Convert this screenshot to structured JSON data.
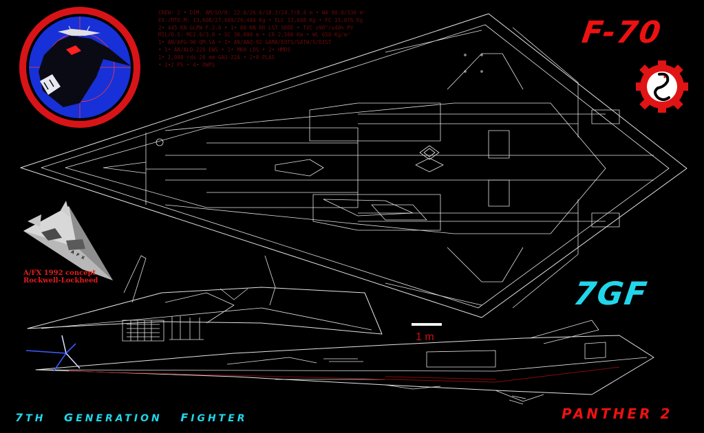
{
  "spec_lines": [
    "CREW: 2 • DIM. AM/SO/H: 22.0/26.6/18.3/24.7/8.4 m • WA 90.0/330 m²",
    "EV./MTO.M: 13,608/27,669/29,484 Kg • ELC 13,608 Kg • FC 15,876 Kg",
    "2• 445 KN GLPW F.2.0 • 1• 80 KN RR LST SRDE • TVC ±90°/±40% PY",
    "MIL/O.S: MC2.0/3.0 • SC 30,000 m • CR 2,500 Km • WL 650 Kg/m²",
    "1• AN/APG-90 QM.SA • 1• AN/AAQ-92 GAMA/EOTS/SATW/S/DIST",
    "• 1• AN/ALQ-229 EWS • 1• MKH LOS • 2• HMDS",
    "1• 2,000 rds 20 mm GAU-22A • 2•8 PLAS",
    "• 2•2 PS • 4• OWPS"
  ],
  "title_model": "F-70",
  "title_class": "7GF",
  "title_name": "PANTHER 2",
  "tagline": {
    "w1_cap": "7",
    "w1_rest": "TH",
    "w2_cap": "G",
    "w2_rest": "ENERATION",
    "w3_cap": "F",
    "w3_rest": "IGHTER"
  },
  "concept_label": {
    "line1": "A/FX 1992 concept",
    "line2": "Rockwell-Lockheed"
  },
  "scale_label": "1 m",
  "photo_tail_text": "A F X",
  "colors": {
    "background": "#000000",
    "linework": "#e6e6e6",
    "red": "#ee1111",
    "cyan": "#22d6ea",
    "patch_blue": "#1730d8",
    "patch_red": "#d81418"
  }
}
